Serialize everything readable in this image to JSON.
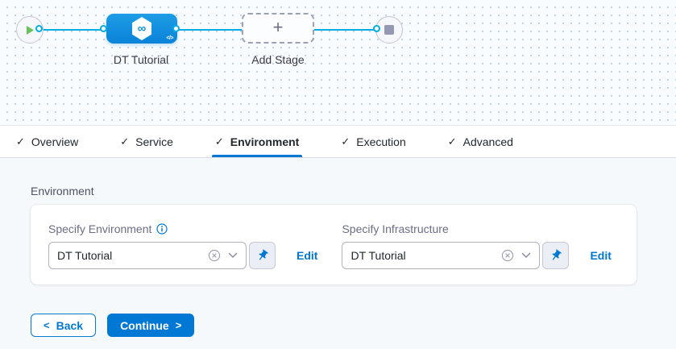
{
  "pipeline": {
    "stage_label": "DT Tutorial",
    "add_stage_label": "Add Stage",
    "code_badge": "</>",
    "stage_icon_glyph": "∞"
  },
  "glyphs": {
    "check": "✓",
    "plus": "+",
    "back_chevron": "<",
    "continue_chevron": ">"
  },
  "tabs": [
    {
      "label": "Overview",
      "checked": true,
      "active": false
    },
    {
      "label": "Service",
      "checked": true,
      "active": false
    },
    {
      "label": "Environment",
      "checked": true,
      "active": true
    },
    {
      "label": "Execution",
      "checked": true,
      "active": false
    },
    {
      "label": "Advanced",
      "checked": true,
      "active": false
    }
  ],
  "section": {
    "title": "Environment"
  },
  "fields": [
    {
      "label": "Specify Environment",
      "has_info": true,
      "value": "DT Tutorial",
      "edit_label": "Edit"
    },
    {
      "label": "Specify Infrastructure",
      "has_info": false,
      "value": "DT Tutorial",
      "edit_label": "Edit"
    }
  ],
  "footer": {
    "back_label": "Back",
    "continue_label": "Continue"
  },
  "colors": {
    "accent": "#0278d5",
    "edge_blue": "#00ade4",
    "stage_node_top": "#1e9ce5",
    "stage_node_bottom": "#0a83d9",
    "play_green": "#68c05e",
    "stop_gray": "#9598b3",
    "canvas_bg": "#f9fcfe",
    "content_bg": "#f6f9fb"
  }
}
